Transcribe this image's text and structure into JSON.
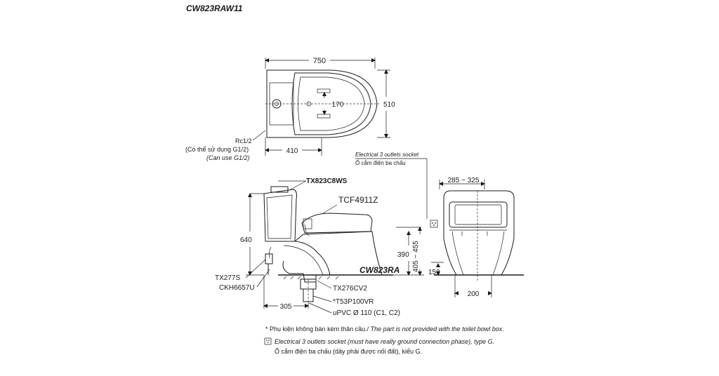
{
  "model_code": "CW823RAW11",
  "top_view": {
    "width_750": "750",
    "depth_510": "510",
    "bolt_170": "170",
    "inlet_410": "410",
    "rc_label": "Rc1/2",
    "rc_note_vi": "(Có thể sử dụng G1/2)",
    "rc_note_en": "(Can use G1/2)"
  },
  "side_view": {
    "tank_part": "TX823C8WS",
    "seat_part": "TCF4911Z",
    "bowl_part": "CW823RA",
    "height_640": "640",
    "height_390": "390",
    "height_405_455": "405 ~ 455",
    "valve_part": "TX277S",
    "hose_part": "CKH6657U",
    "flange_part": "TX276CV2",
    "pipe_part": "*T53P100VR",
    "upvc_label": "uPVC Ø 110 (C1, C2)",
    "rough_in_305": "305"
  },
  "outlet": {
    "label_en": "Electrical 3 outlets socket",
    "label_vi": "Ổ cắm điện ba chấu"
  },
  "front_view": {
    "range_285_325": "285 ~ 325",
    "height_150": "150",
    "width_200": "200"
  },
  "notes": {
    "note1_vi": "* Phụ kiện không bán kèm thân cầu./",
    "note1_en": " The part is not provided with the toilet bowl box.",
    "note2_en": "Electrical 3 outlets socket (must have really ground connection phase), type G.",
    "note2_vi": "Ổ cắm điện ba chấu (dây phải được nối đất), kiểu G."
  }
}
